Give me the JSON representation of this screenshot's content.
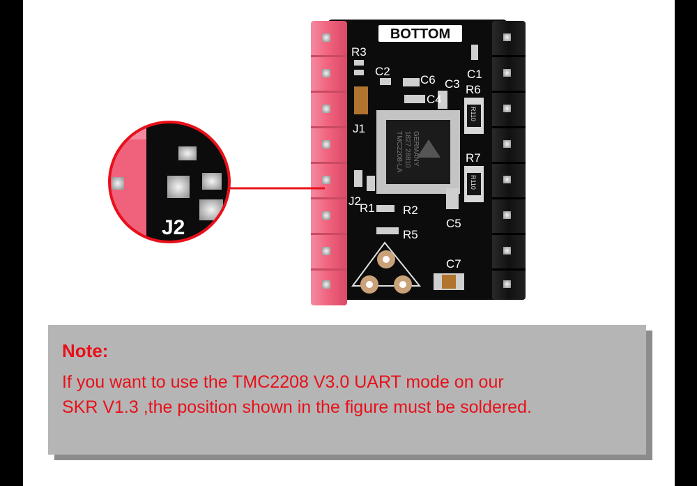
{
  "board": {
    "silkscreen_bottom": "BOTTOM",
    "component_labels": [
      "R3",
      "C2",
      "C6",
      "C3",
      "C1",
      "R6",
      "C4",
      "J1",
      "R7",
      "J2",
      "R1",
      "R2",
      "C5",
      "R5",
      "C7"
    ],
    "chip_marking": [
      "TMC2208-LA",
      "1827 28810",
      "GERMANY"
    ],
    "resistor_marking": "R110",
    "zoom_label": "J2"
  },
  "colors": {
    "header_pink": "#f0617c",
    "board_black": "#0c0c0c",
    "highlight_red": "#e8101a",
    "note_background": "#b5b5b5"
  },
  "note": {
    "title": "Note:",
    "line1": "If you want to use the TMC2208 V3.0 UART mode on our",
    "line2": "SKR V1.3 ,the position shown in the figure must be soldered."
  }
}
